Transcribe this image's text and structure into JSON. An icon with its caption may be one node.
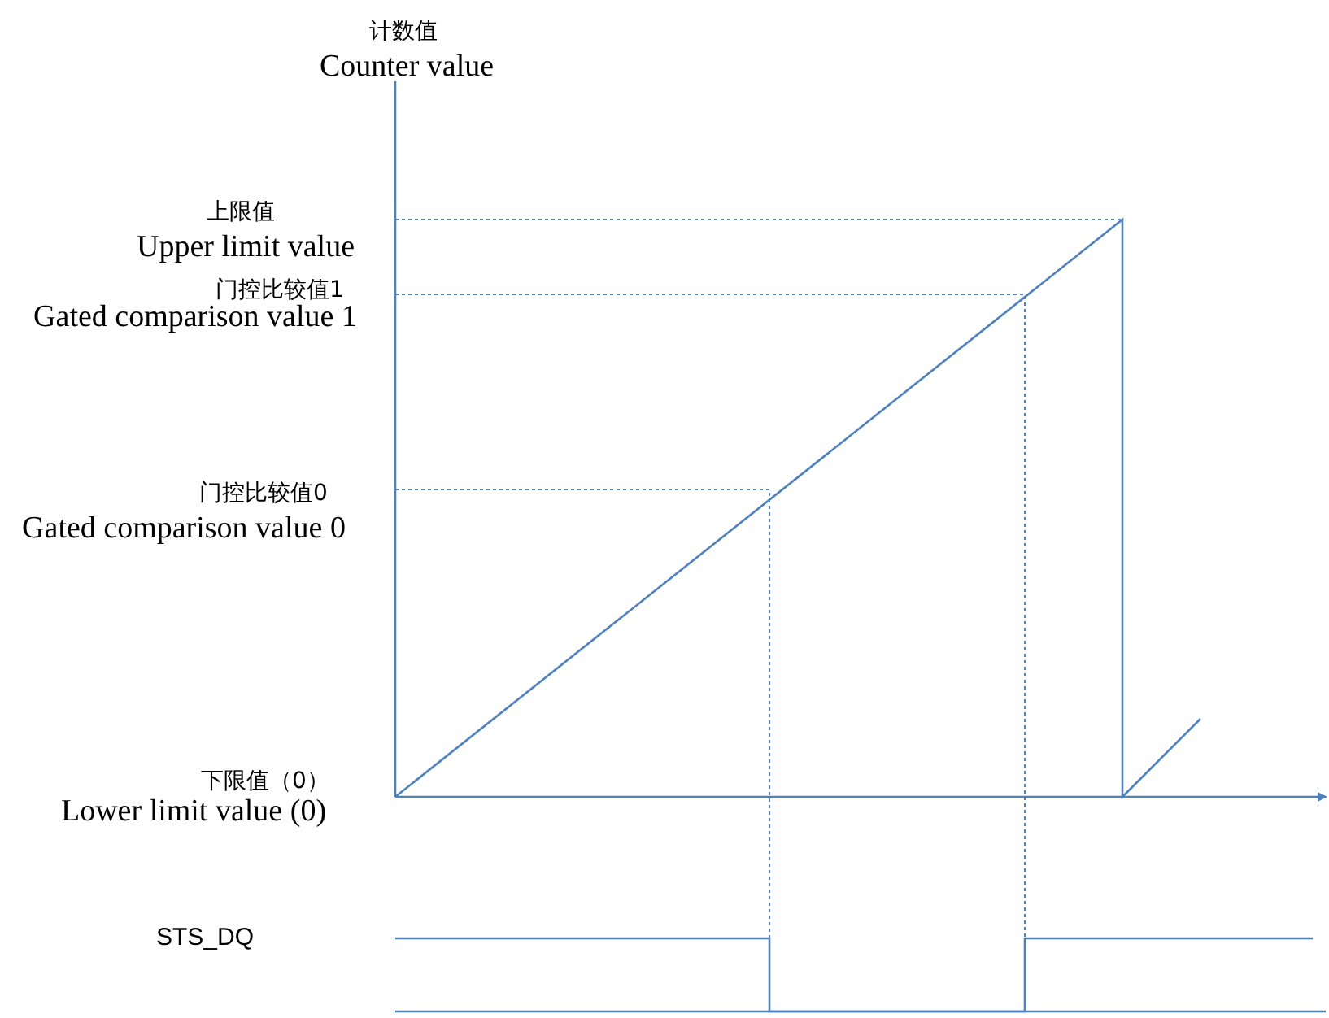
{
  "diagram": {
    "labels": [
      "计数值",
      "Counter value",
      "上限值",
      "Upper limit value",
      "门控比较值1",
      "Gated comparison value 1",
      "门控比较值0",
      "Gated comparison value 0",
      "下限值（0）",
      "Lower limit value (0)",
      "STS_DQ"
    ]
  }
}
